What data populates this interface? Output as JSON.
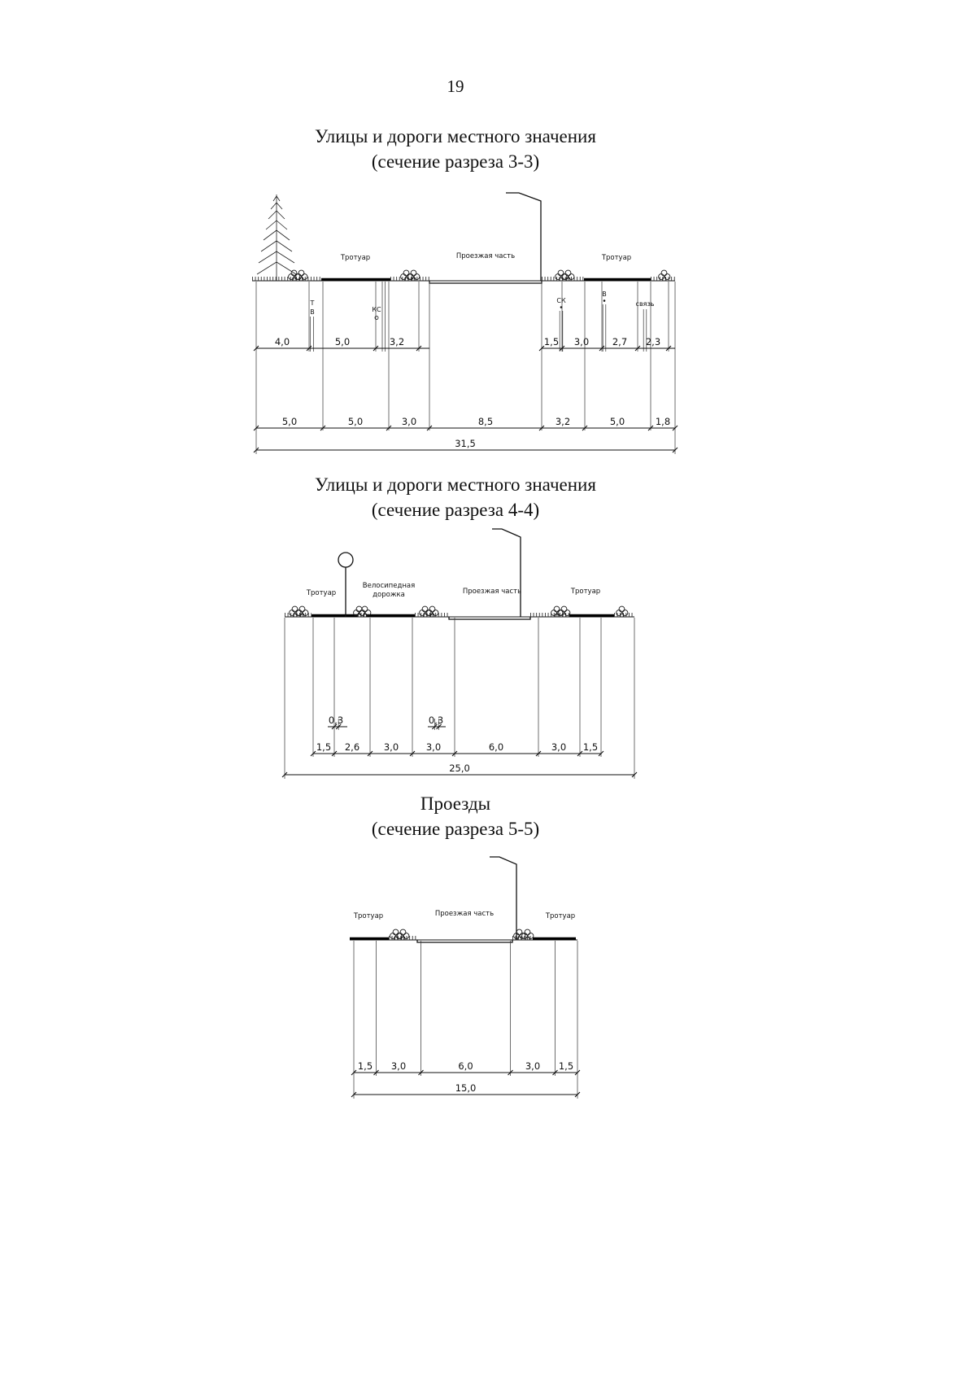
{
  "page_number": "19",
  "section1": {
    "title": "Улицы и дороги местного значения",
    "subtitle": "(сечение разреза 3-3)",
    "labels": {
      "sidewalk_left": "Тротуар",
      "roadway": "Проезжая часть",
      "sidewalk_right": "Тротуар"
    },
    "utilities": {
      "t": "Т",
      "v": "В",
      "ks": "КС",
      "sk": "СК",
      "v2": "В",
      "svyaz": "связь"
    },
    "dims_upper_left": [
      "4,0",
      "5,0",
      "3,2"
    ],
    "dims_upper_right": [
      "1,5",
      "3,0",
      "2,7",
      "2,3"
    ],
    "dims_lower": [
      "5,0",
      "5,0",
      "3,0",
      "8,5",
      "3,2",
      "5,0",
      "1,8"
    ],
    "total": "31,5"
  },
  "section2": {
    "title": "Улицы и дороги местного значения",
    "subtitle": "(сечение разреза 4-4)",
    "labels": {
      "sidewalk_left": "Тротуар",
      "bike_path_line1": "Велосипедная",
      "bike_path_line2": "дорожка",
      "roadway": "Проезжая часть",
      "sidewalk_right": "Тротуар"
    },
    "small_dims": [
      "0,3",
      "0,3"
    ],
    "dims": [
      "1,5",
      "2,6",
      "3,0",
      "3,0",
      "6,0",
      "3,0",
      "1,5"
    ],
    "total": "25,0"
  },
  "section3": {
    "title": "Проезды",
    "subtitle": "(сечение разреза 5-5)",
    "labels": {
      "sidewalk_left": "Тротуар",
      "roadway": "Проезжая часть",
      "sidewalk_right": "Тротуар"
    },
    "dims": [
      "1,5",
      "3,0",
      "6,0",
      "3,0",
      "1,5"
    ],
    "total": "15,0"
  }
}
